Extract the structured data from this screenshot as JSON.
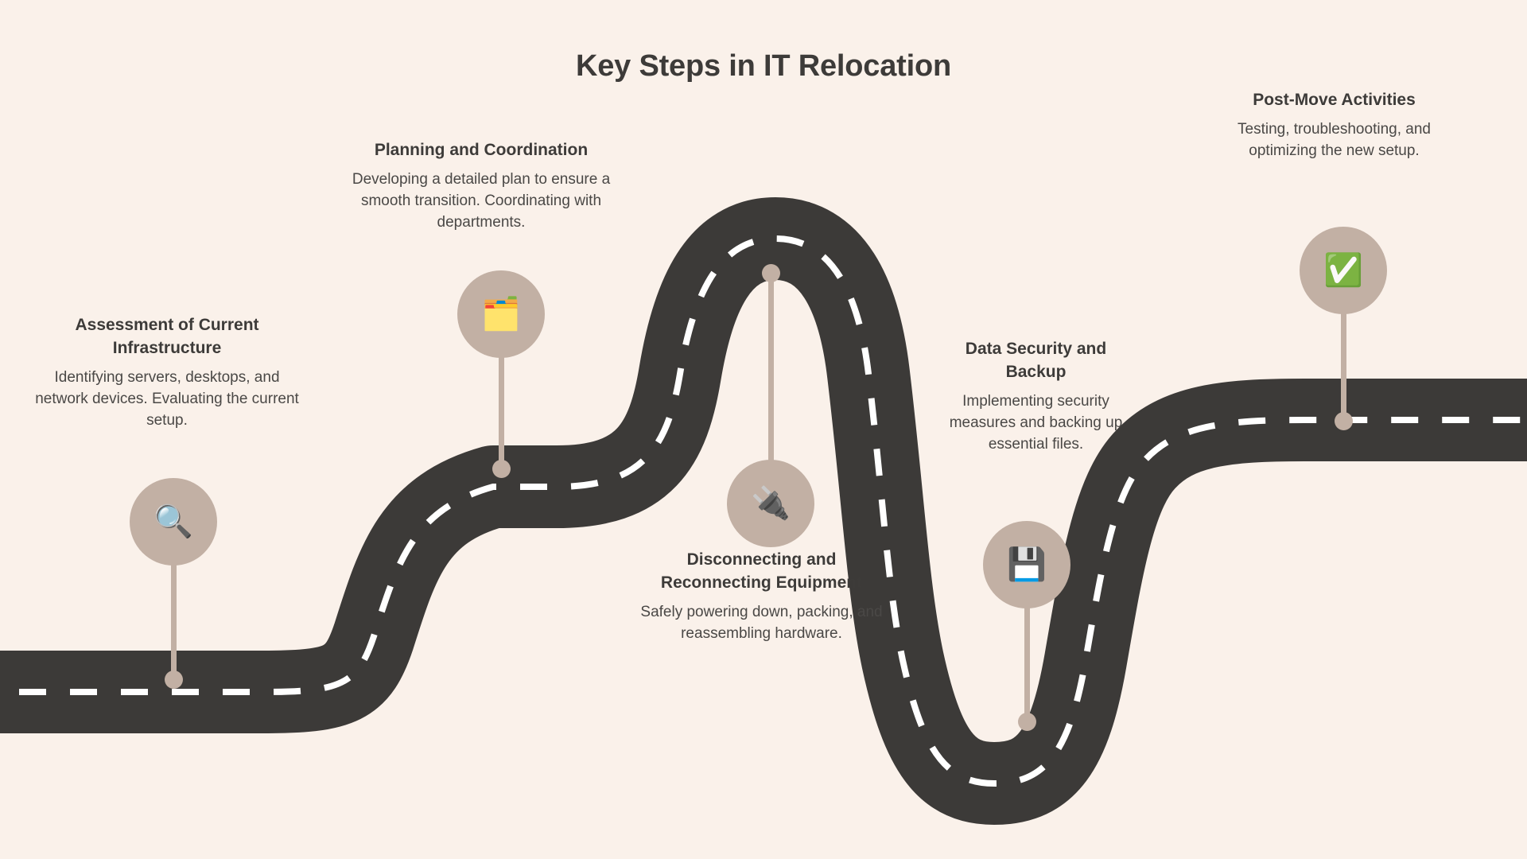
{
  "page": {
    "title": "Key Steps in IT Relocation",
    "background_color": "#faf1ea",
    "road_color": "#3c3a38",
    "road_dash_color": "#ffffff",
    "marker_color": "#c2b0a4",
    "title_color": "#3d3b39",
    "body_text_color": "#4a4846"
  },
  "steps": [
    {
      "title": "Assessment of Current Infrastructure",
      "description": "Identifying servers, desktops, and network devices. Evaluating the current setup.",
      "icon": "magnifying-glass-icon",
      "icon_glyph": "🔍"
    },
    {
      "title": "Planning and Coordination",
      "description": "Developing a detailed plan to ensure a smooth transition. Coordinating with departments.",
      "icon": "card-index-dividers-icon",
      "icon_glyph": "🗂️"
    },
    {
      "title": "Disconnecting and Reconnecting Equipment",
      "description": "Safely powering down, packing, and reassembling hardware.",
      "icon": "electric-plug-icon",
      "icon_glyph": "🔌"
    },
    {
      "title": "Data Security and Backup",
      "description": "Implementing security measures and backing up essential files.",
      "icon": "floppy-disk-icon",
      "icon_glyph": "💾"
    },
    {
      "title": "Post-Move Activities",
      "description": "Testing, troubleshooting, and optimizing the new setup.",
      "icon": "check-mark-button-icon",
      "icon_glyph": "✅"
    }
  ]
}
